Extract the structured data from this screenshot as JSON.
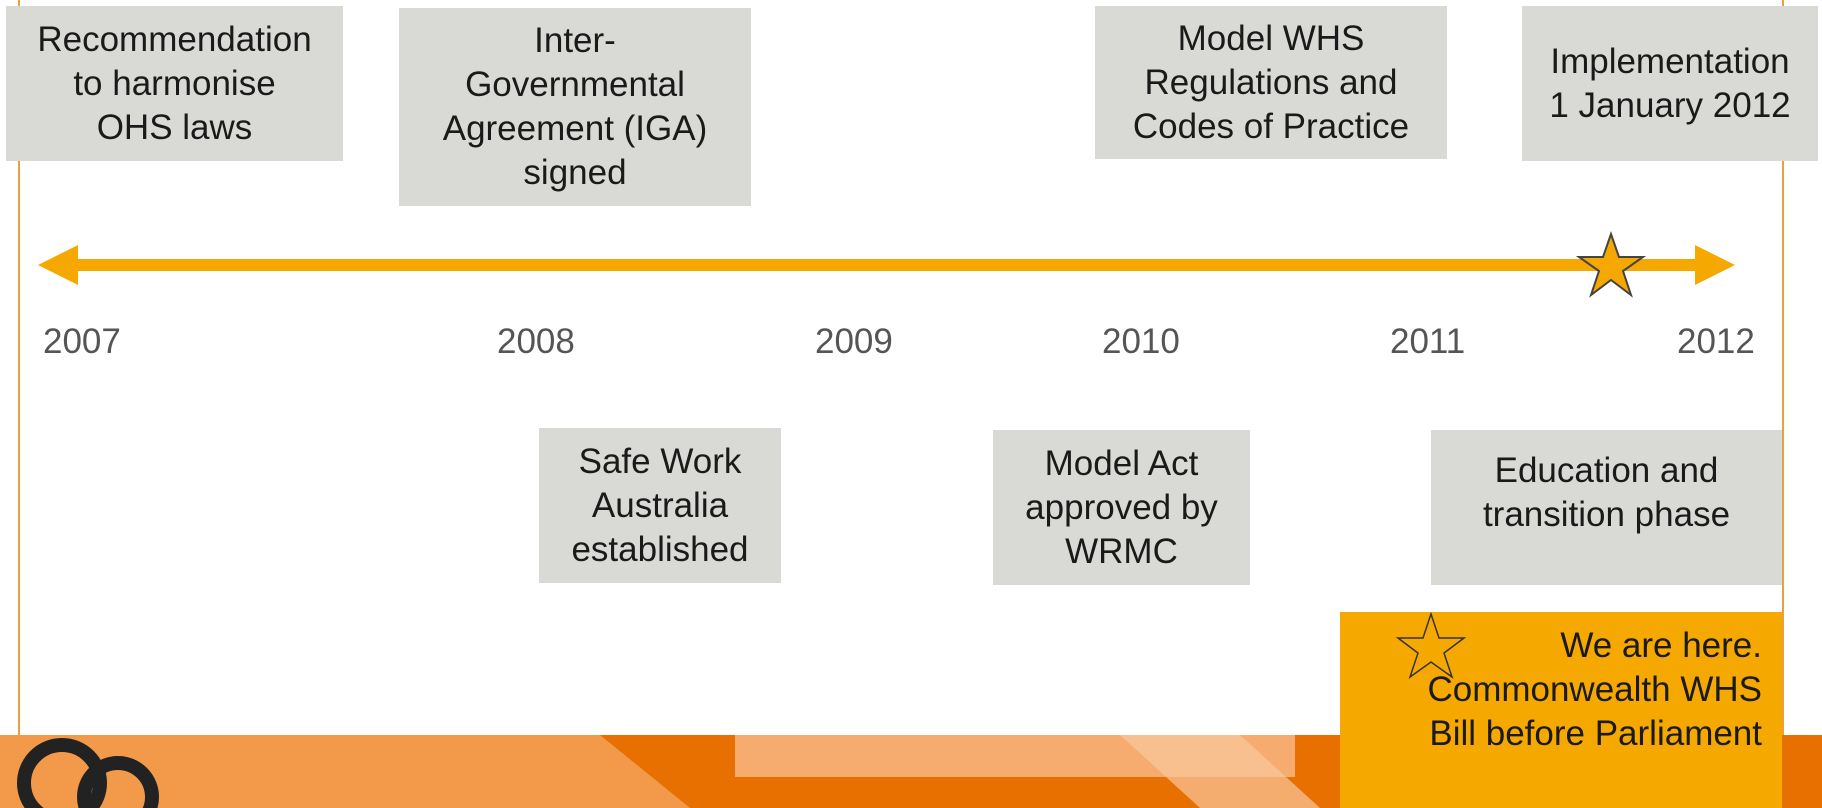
{
  "events_above": [
    {
      "label": "Recommendation\nto harmonise\nOHS laws"
    },
    {
      "label": "Inter-\nGovernmental\nAgreement (IGA)\nsigned"
    },
    {
      "label": "Model WHS\nRegulations and\nCodes of Practice"
    },
    {
      "label": "Implementation\n1 January 2012"
    }
  ],
  "events_below": [
    {
      "label": "Safe Work\nAustralia\nestablished"
    },
    {
      "label": "Model Act\napproved by\nWRMC"
    },
    {
      "label": "Education and\ntransition phase"
    }
  ],
  "years": [
    "2007",
    "2008",
    "2009",
    "2010",
    "2011",
    "2012"
  ],
  "callout": {
    "text": "We are here.\nCommonwealth WHS\nBill before Parliament"
  },
  "icons": {
    "marker": "star-icon",
    "callout_marker": "star-outline-icon",
    "logo": "logo-icon"
  },
  "colors": {
    "accent": "#F5A800",
    "box": "#D9D9D6",
    "footer_orange": "#F08A24",
    "footer_dark": "#E87000"
  }
}
